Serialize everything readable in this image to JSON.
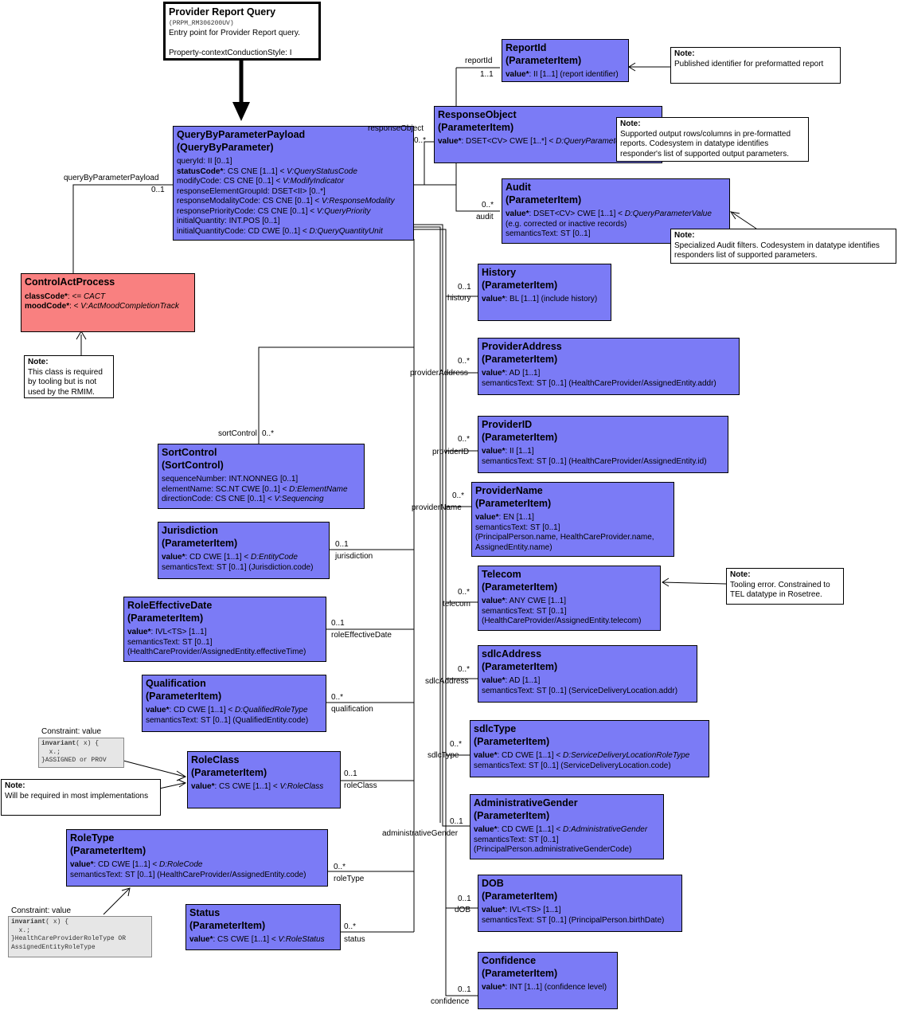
{
  "entry": {
    "title": "Provider Report Query",
    "id": "(PRPM_RM306200UV)",
    "desc": "Entry point for Provider Report query.",
    "style": "Property-contextConductionStyle: I"
  },
  "payload": {
    "title": "QueryByParameterPayload",
    "subtitle": "(QueryByParameter)",
    "attrs": [
      {
        "b": "",
        "t": "queryId: II [0..1]",
        "i": ""
      },
      {
        "b": "statusCode*",
        "t": ": CS CNE [1..1] < ",
        "i": "V:QueryStatusCode"
      },
      {
        "b": "",
        "t": "modifyCode: CS CNE [0..1] < ",
        "i": "V:ModifyIndicator"
      },
      {
        "b": "",
        "t": "responseElementGroupId: DSET<II> [0..*]",
        "i": ""
      },
      {
        "b": "",
        "t": "responseModalityCode: CS CNE [0..1] < ",
        "i": "V:ResponseModality"
      },
      {
        "b": "",
        "t": "responsePriorityCode: CS CNE [0..1] < ",
        "i": "V:QueryPriority"
      },
      {
        "b": "",
        "t": "initialQuantity: INT.POS [0..1]",
        "i": ""
      },
      {
        "b": "",
        "t": "initialQuantityCode: CD CWE [0..1] < ",
        "i": "D:QueryQuantityUnit"
      }
    ]
  },
  "control": {
    "title": "ControlActProcess",
    "attrs": [
      {
        "b": "classCode*",
        "t": ": <= ",
        "i": "CACT"
      },
      {
        "b": "moodCode*",
        "t": ": < ",
        "i": "V:ActMoodCompletionTrack"
      }
    ]
  },
  "classes": {
    "reportId": {
      "title": "ReportId",
      "subtitle": "(ParameterItem)",
      "attrs": [
        {
          "b": "value*",
          "t": ": II [1..1] (report identifier)",
          "i": ""
        }
      ]
    },
    "responseObject": {
      "title": "ResponseObject",
      "subtitle": "(ParameterItem)",
      "attrs": [
        {
          "b": "value*",
          "t": ": DSET<CV> CWE [1..*] < ",
          "i": "D:QueryParameterValue"
        }
      ]
    },
    "audit": {
      "title": "Audit",
      "subtitle": "(ParameterItem)",
      "attrs": [
        {
          "b": "value*",
          "t": ": DSET<CV> CWE [1..1] < ",
          "i": "D:QueryParameterValue"
        },
        {
          "b": "",
          "t": " (e.g. corrected or inactive records)",
          "i": ""
        },
        {
          "b": "",
          "t": "semanticsText: ST [0..1]",
          "i": ""
        }
      ]
    },
    "history": {
      "title": "History",
      "subtitle": "(ParameterItem)",
      "attrs": [
        {
          "b": "value*",
          "t": ": BL [1..1] (include history)",
          "i": ""
        }
      ]
    },
    "providerAddress": {
      "title": "ProviderAddress",
      "subtitle": "(ParameterItem)",
      "attrs": [
        {
          "b": "value*",
          "t": ": AD [1..1]",
          "i": ""
        },
        {
          "b": "",
          "t": "semanticsText: ST [0..1] (HealthCareProvider/AssignedEntity.addr)",
          "i": ""
        }
      ]
    },
    "providerID": {
      "title": "ProviderID",
      "subtitle": "(ParameterItem)",
      "attrs": [
        {
          "b": "value*",
          "t": ": II [1..1]",
          "i": ""
        },
        {
          "b": "",
          "t": "semanticsText: ST [0..1] (HealthCareProvider/AssignedEntity.id)",
          "i": ""
        }
      ]
    },
    "providerName": {
      "title": "ProviderName",
      "subtitle": "(ParameterItem)",
      "attrs": [
        {
          "b": "value*",
          "t": ": EN [1..1]",
          "i": ""
        },
        {
          "b": "",
          "t": "semanticsText: ST [0..1]",
          "i": ""
        },
        {
          "b": "",
          "t": " (PrincipalPerson.name, HealthCareProvider.name,",
          "i": ""
        },
        {
          "b": "",
          "t": " AssignedEntity.name)",
          "i": ""
        }
      ]
    },
    "telecom": {
      "title": "Telecom",
      "subtitle": "(ParameterItem)",
      "attrs": [
        {
          "b": "value*",
          "t": ": ANY CWE [1..1]",
          "i": ""
        },
        {
          "b": "",
          "t": "semanticsText: ST [0..1]",
          "i": ""
        },
        {
          "b": "",
          "t": " (HealthCareProvider/AssignedEntity.telecom)",
          "i": ""
        }
      ]
    },
    "sdlcAddress": {
      "title": "sdlcAddress",
      "subtitle": "(ParameterItem)",
      "attrs": [
        {
          "b": "value*",
          "t": ": AD [1..1]",
          "i": ""
        },
        {
          "b": "",
          "t": "semanticsText: ST [0..1] (ServiceDeliveryLocation.addr)",
          "i": ""
        }
      ]
    },
    "sdlcType": {
      "title": "sdlcType",
      "subtitle": "(ParameterItem)",
      "attrs": [
        {
          "b": "value*",
          "t": ": CD CWE [1..1] < ",
          "i": "D:ServiceDeliveryLocationRoleType"
        },
        {
          "b": "",
          "t": "semanticsText: ST [0..1] (ServiceDeliveryLocation.code)",
          "i": ""
        }
      ]
    },
    "adminGender": {
      "title": "AdministrativeGender",
      "subtitle": "(ParameterItem)",
      "attrs": [
        {
          "b": "value*",
          "t": ": CD CWE [1..1] < ",
          "i": "D:AdministrativeGender"
        },
        {
          "b": "",
          "t": "semanticsText: ST [0..1]",
          "i": ""
        },
        {
          "b": "",
          "t": " (PrincipalPerson.administrativeGenderCode)",
          "i": ""
        }
      ]
    },
    "dob": {
      "title": "DOB",
      "subtitle": "(ParameterItem)",
      "attrs": [
        {
          "b": "value*",
          "t": ": IVL<TS> [1..1]",
          "i": ""
        },
        {
          "b": "",
          "t": "semanticsText: ST [0..1] (PrincipalPerson.birthDate)",
          "i": ""
        }
      ]
    },
    "confidence": {
      "title": "Confidence",
      "subtitle": "(ParameterItem)",
      "attrs": [
        {
          "b": "value*",
          "t": ": INT [1..1] (confidence level)",
          "i": ""
        }
      ]
    },
    "sortControl": {
      "title": "SortControl",
      "subtitle": "(SortControl)",
      "attrs": [
        {
          "b": "",
          "t": "sequenceNumber: INT.NONNEG [0..1]",
          "i": ""
        },
        {
          "b": "",
          "t": "elementName: SC.NT CWE [0..1] < ",
          "i": "D:ElementName"
        },
        {
          "b": "",
          "t": "directionCode: CS CNE [0..1] < ",
          "i": "V:Sequencing"
        }
      ]
    },
    "jurisdiction": {
      "title": "Jurisdiction",
      "subtitle": "(ParameterItem)",
      "attrs": [
        {
          "b": "value*",
          "t": ": CD CWE [1..1] < ",
          "i": "D:EntityCode"
        },
        {
          "b": "",
          "t": "semanticsText: ST [0..1] (Jurisdiction.code)",
          "i": ""
        }
      ]
    },
    "roleEffectiveDate": {
      "title": "RoleEffectiveDate",
      "subtitle": "(ParameterItem)",
      "attrs": [
        {
          "b": "value*",
          "t": ": IVL<TS> [1..1]",
          "i": ""
        },
        {
          "b": "",
          "t": "semanticsText: ST [0..1]",
          "i": ""
        },
        {
          "b": "",
          "t": " (HealthCareProvider/AssignedEntity.effectiveTime)",
          "i": ""
        }
      ]
    },
    "qualification": {
      "title": "Qualification",
      "subtitle": "(ParameterItem)",
      "attrs": [
        {
          "b": "value*",
          "t": ": CD CWE [1..1] < ",
          "i": "D:QualifiedRoleType"
        },
        {
          "b": "",
          "t": "semanticsText: ST [0..1] (QualifiedEntity.code)",
          "i": ""
        }
      ]
    },
    "roleClass": {
      "title": "RoleClass",
      "subtitle": "(ParameterItem)",
      "attrs": [
        {
          "b": "value*",
          "t": ": CS CWE [1..1] < ",
          "i": "V:RoleClass"
        }
      ]
    },
    "roleType": {
      "title": "RoleType",
      "subtitle": "(ParameterItem)",
      "attrs": [
        {
          "b": "value*",
          "t": ": CD CWE [1..1] < ",
          "i": "D:RoleCode"
        },
        {
          "b": "",
          "t": "semanticsText: ST [0..1] (HealthCareProvider/AssignedEntity.code)",
          "i": ""
        }
      ]
    },
    "status": {
      "title": "Status",
      "subtitle": "(ParameterItem)",
      "attrs": [
        {
          "b": "value*",
          "t": ": CS CWE [1..1] < ",
          "i": "V:RoleStatus"
        }
      ]
    }
  },
  "notes": {
    "reportId": {
      "head": "Note:",
      "text": "Published identifier for preformatted report"
    },
    "responseObject": {
      "head": "Note:",
      "text": "Supported output rows/columns in pre-formatted reports.  Codesystem in datatype identifies responder's list of supported output parameters."
    },
    "audit": {
      "head": "Note:",
      "text": "Specialized Audit filters. Codesystem in datatype identifies responders list of supported parameters."
    },
    "control": {
      "head": "Note:",
      "text": "This class is required by tooling but is not used by the RMIM."
    },
    "telecom": {
      "head": "Note:",
      "text": "Tooling error.  Constrained to TEL datatype in Rosetree."
    },
    "roleClass": {
      "head": "Note:",
      "text": "Will be required in most implementations"
    }
  },
  "constraints": {
    "roleClass": {
      "title": "Constraint: value",
      "lines": [
        "invariant( x) {",
        "  x.;",
        "}ASSIGNED or PROV"
      ]
    },
    "roleType": {
      "title": "Constraint: value",
      "lines": [
        "invariant( x) {",
        "  x.;",
        "}HealthCareProviderRoleType OR",
        "AssignedEntityRoleType"
      ]
    }
  },
  "links": {
    "queryByParameterPayload": {
      "role": "queryByParameterPayload",
      "mult": "0..1"
    },
    "reportId": {
      "role": "reportId",
      "mult": "1..1"
    },
    "responseObject": {
      "role": "responseObject",
      "mult": "0..*"
    },
    "audit": {
      "role": "audit",
      "mult": "0..*"
    },
    "history": {
      "role": "history",
      "mult": "0..1"
    },
    "providerAddress": {
      "role": "providerAddress",
      "mult": "0..*"
    },
    "providerID": {
      "role": "providerID",
      "mult": "0..*"
    },
    "providerName": {
      "role": "providerName",
      "mult": "0..*"
    },
    "telecom": {
      "role": "telecom",
      "mult": "0..*"
    },
    "sdlcAddress": {
      "role": "sdlcAddress",
      "mult": "0..*"
    },
    "sdlcType": {
      "role": "sdlcType",
      "mult": "0..*"
    },
    "administrativeGender": {
      "role": "administrativeGender",
      "mult": "0..1"
    },
    "dOB": {
      "role": "dOB",
      "mult": "0..1"
    },
    "confidence": {
      "role": "confidence",
      "mult": "0..1"
    },
    "sortControl": {
      "role": "sortControl",
      "mult": "0..*"
    },
    "jurisdiction": {
      "role": "jurisdiction",
      "mult": "0..1"
    },
    "roleEffectiveDate": {
      "role": "roleEffectiveDate",
      "mult": "0..1"
    },
    "qualification": {
      "role": "qualification",
      "mult": "0..*"
    },
    "roleClass": {
      "role": "roleClass",
      "mult": "0..1"
    },
    "roleType": {
      "role": "roleType",
      "mult": "0..*"
    },
    "status": {
      "role": "status",
      "mult": "0..*"
    }
  }
}
